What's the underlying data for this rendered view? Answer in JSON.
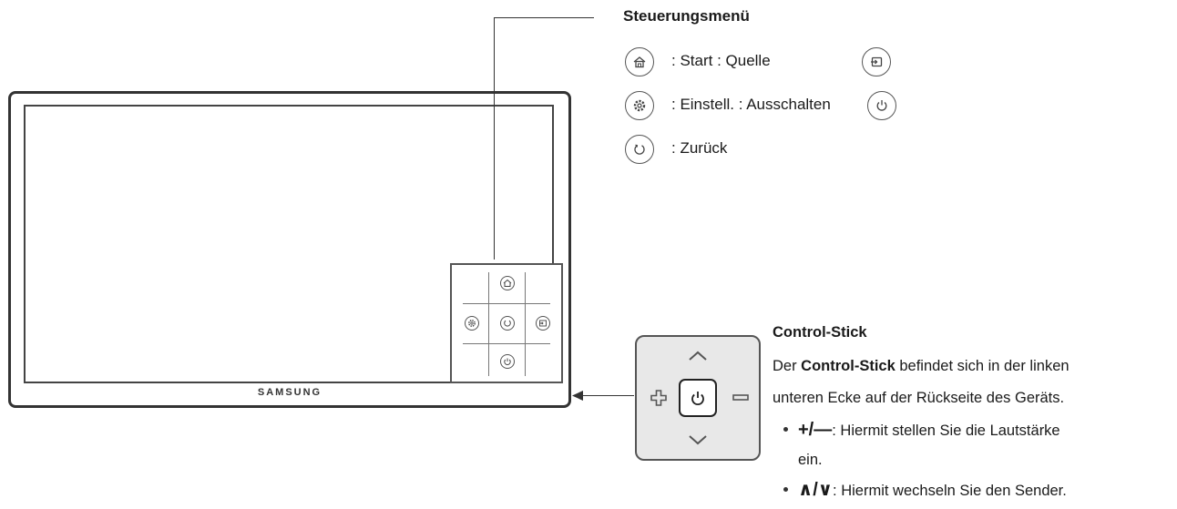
{
  "tv": {
    "brand": "SAMSUNG"
  },
  "menu": {
    "title": "Steuerungsmenü",
    "items": [
      {
        "text": ": Start : Quelle",
        "icon": "home-icon",
        "icon2": "source-icon"
      },
      {
        "text": ": Einstell. : Ausschalten",
        "icon": "settings-icon",
        "icon2": "power-icon"
      },
      {
        "text": ": Zurück",
        "icon": "return-icon"
      }
    ]
  },
  "control_stick": {
    "title": "Control-Stick",
    "desc_pre": "Der ",
    "desc_bold": "Control-Stick",
    "desc_post": " befindet sich in der linken",
    "desc_line2": "unteren Ecke auf der Rückseite des Geräts.",
    "bullets": [
      {
        "symbol": "+/—",
        "text": ": Hiermit stellen Sie die Lautstärke",
        "text2": "ein."
      },
      {
        "symbol": "∧/∨",
        "text": ": Hiermit wechseln Sie den Sender."
      }
    ]
  }
}
